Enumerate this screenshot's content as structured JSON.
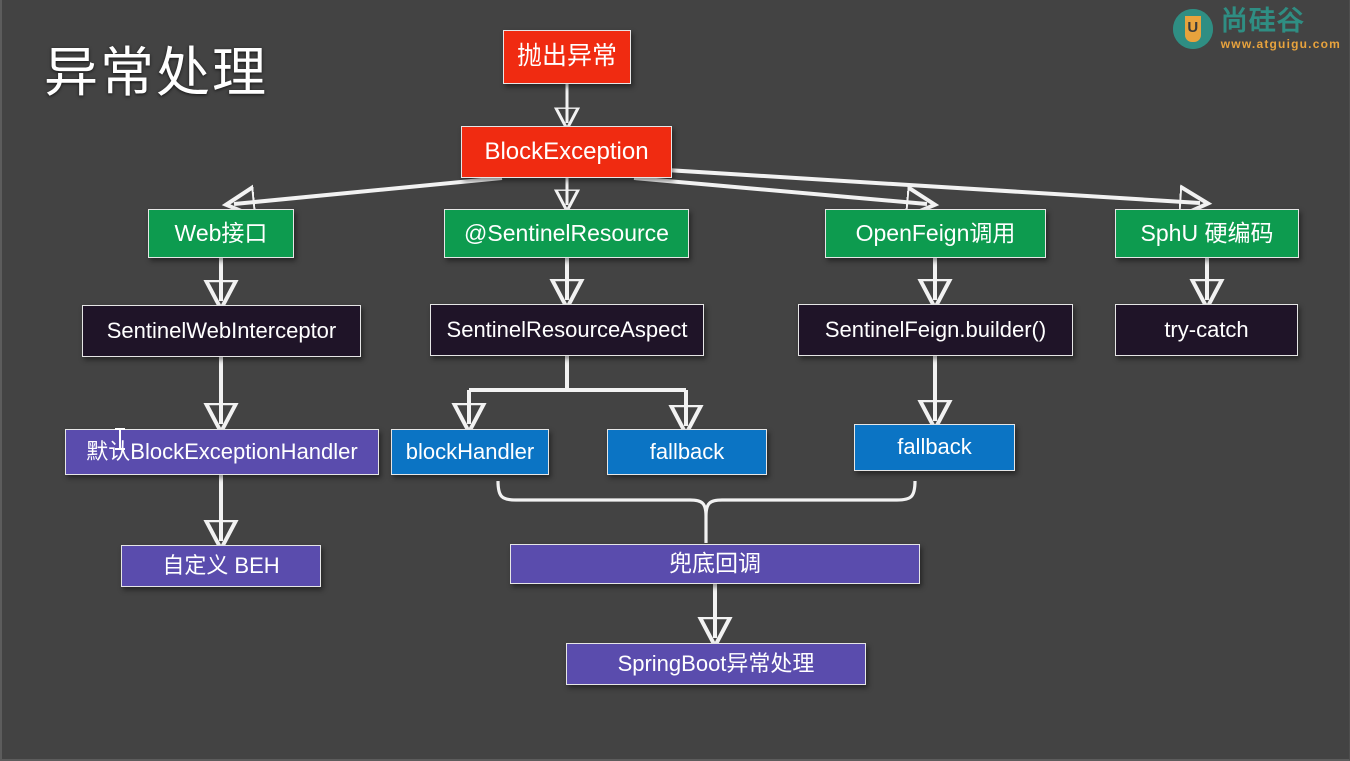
{
  "slide": {
    "title": "异常处理",
    "background_color": "#434343"
  },
  "logo": {
    "mark_letter": "U",
    "brand": "尚硅谷",
    "url": "www.atguigu.com",
    "teal": "#2f8e83",
    "orange": "#e8a33d"
  },
  "palette": {
    "red": "#f02b11",
    "green": "#0d9b4f",
    "dark": "#1f1428",
    "blue": "#0b74c4",
    "purple": "#5a4cad",
    "connector": "#f2f2f2"
  },
  "nodes": {
    "throw_exception": "抛出异常",
    "block_exception": "BlockException",
    "web_api": "Web接口",
    "sentinel_resource": "@SentinelResource",
    "openfeign_call": "OpenFeign调用",
    "sphu_hardcode": "SphU 硬编码",
    "sentinel_web_interceptor": "SentinelWebInterceptor",
    "sentinel_resource_aspect": "SentinelResourceAspect",
    "sentinel_feign_builder": "SentinelFeign.builder()",
    "try_catch": "try-catch",
    "default_beh": "默认BlockExceptionHandler",
    "block_handler": "blockHandler",
    "fallback_resource": "fallback",
    "fallback_feign": "fallback",
    "custom_beh": "自定义 BEH",
    "fallback_callback": "兜底回调",
    "springboot_exception": "SpringBoot异常处理"
  }
}
